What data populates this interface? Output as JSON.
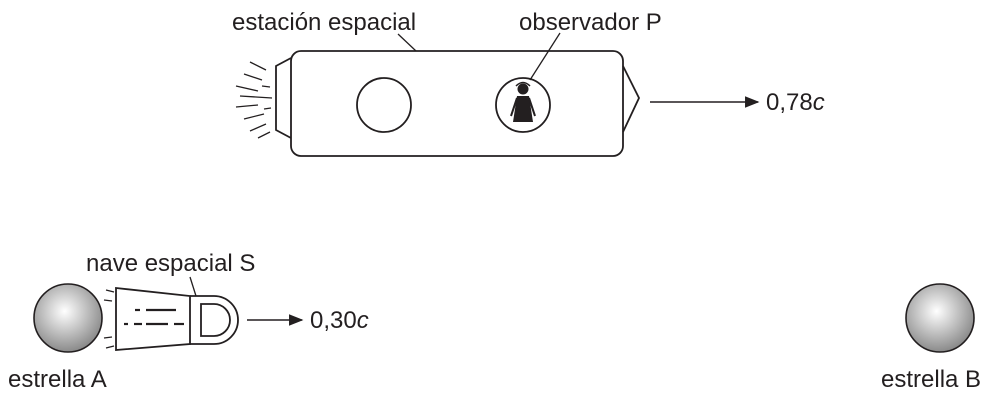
{
  "labels": {
    "station": "estación espacial",
    "observer": "observador P",
    "ship": "nave espacial S",
    "star_a": "estrella A",
    "star_b": "estrella B"
  },
  "velocities": {
    "station": {
      "number": "0,78",
      "symbol": "c"
    },
    "ship": {
      "number": "0,30",
      "symbol": "c"
    }
  },
  "colors": {
    "ink": "#231f20",
    "star_light": "#ffffff",
    "star_dark": "#8a8a8a"
  }
}
